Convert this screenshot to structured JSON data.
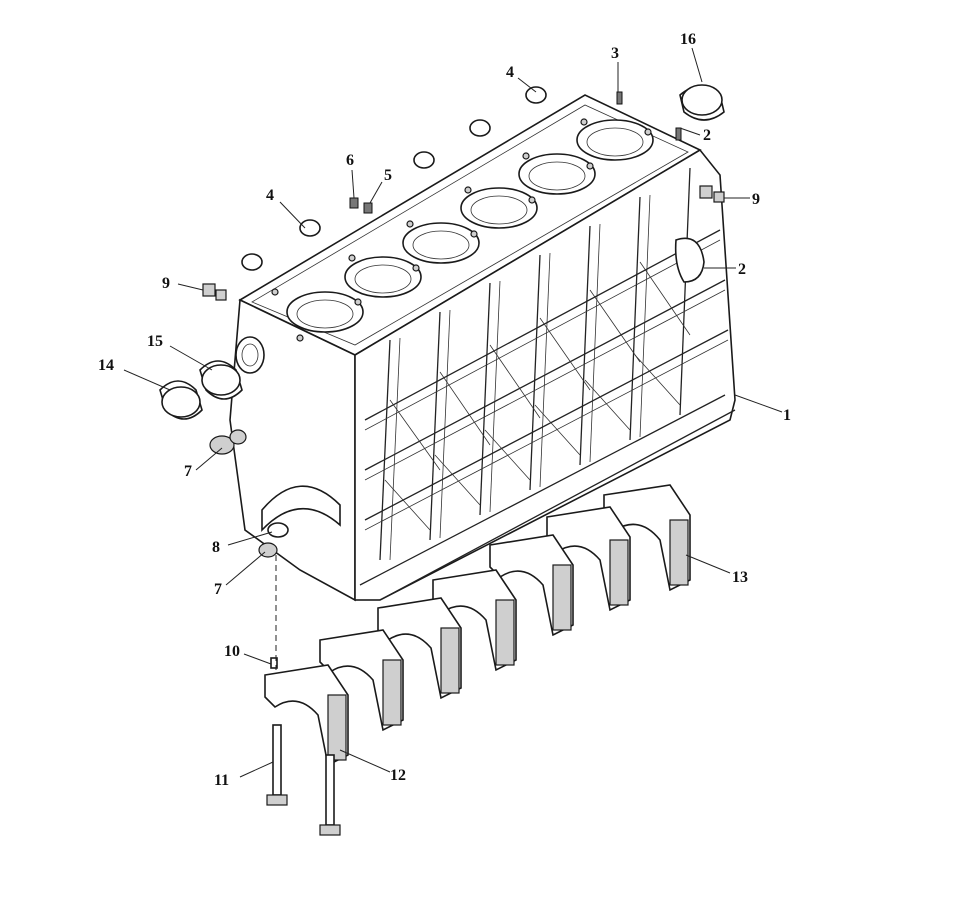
{
  "callouts": [
    {
      "id": "c1",
      "text": "1"
    },
    {
      "id": "c2a",
      "text": "2"
    },
    {
      "id": "c2b",
      "text": "2"
    },
    {
      "id": "c3",
      "text": "3"
    },
    {
      "id": "c4a",
      "text": "4"
    },
    {
      "id": "c4b",
      "text": "4"
    },
    {
      "id": "c5",
      "text": "5"
    },
    {
      "id": "c6",
      "text": "6"
    },
    {
      "id": "c7a",
      "text": "7"
    },
    {
      "id": "c7b",
      "text": "7"
    },
    {
      "id": "c8",
      "text": "8"
    },
    {
      "id": "c9a",
      "text": "9"
    },
    {
      "id": "c9b",
      "text": "9"
    },
    {
      "id": "c10",
      "text": "10"
    },
    {
      "id": "c11",
      "text": "11"
    },
    {
      "id": "c12",
      "text": "12"
    },
    {
      "id": "c13",
      "text": "13"
    },
    {
      "id": "c14",
      "text": "14"
    },
    {
      "id": "c15",
      "text": "15"
    },
    {
      "id": "c16",
      "text": "16"
    }
  ]
}
